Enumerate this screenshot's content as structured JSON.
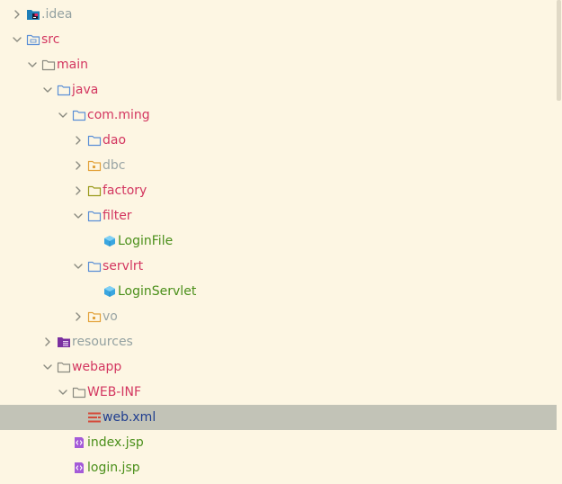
{
  "colors": {
    "background": "#fdf6e3",
    "selection": "#c2c3b7",
    "chevron": "#8a8a80",
    "folder_outline": "#8a8a80",
    "folder_blue": "#5b8fd6",
    "folder_orange": "#e3a23b",
    "folder_olive": "#9b9b1e",
    "folder_idea": "#1f7fb8",
    "folder_resources": "#7a2fa0",
    "class_icon": "#3aa6e0",
    "jsp_icon": "#a45bd8",
    "xml_icon": "#d44a3a"
  },
  "tree": [
    {
      "label": ".idea",
      "depth": 0,
      "chevron": "right",
      "icon": "folder-idea",
      "label_color": "#93a1a1"
    },
    {
      "label": "src",
      "depth": 0,
      "chevron": "down",
      "icon": "folder-src",
      "label_color": "#d33660"
    },
    {
      "label": "main",
      "depth": 1,
      "chevron": "down",
      "icon": "folder-plain",
      "label_color": "#d33660"
    },
    {
      "label": "java",
      "depth": 2,
      "chevron": "down",
      "icon": "folder-blue",
      "label_color": "#d33660"
    },
    {
      "label": "com.ming",
      "depth": 3,
      "chevron": "down",
      "icon": "folder-blue",
      "label_color": "#d33660"
    },
    {
      "label": "dao",
      "depth": 4,
      "chevron": "right",
      "icon": "folder-blue",
      "label_color": "#d33660"
    },
    {
      "label": "dbc",
      "depth": 4,
      "chevron": "right",
      "icon": "folder-package",
      "label_color": "#9aa5a5"
    },
    {
      "label": "factory",
      "depth": 4,
      "chevron": "right",
      "icon": "folder-olive",
      "label_color": "#d33660"
    },
    {
      "label": "filter",
      "depth": 4,
      "chevron": "down",
      "icon": "folder-blue",
      "label_color": "#d33660"
    },
    {
      "label": "LoginFile",
      "depth": 5,
      "chevron": "none",
      "icon": "class",
      "label_color": "#4a8f1a"
    },
    {
      "label": "servlrt",
      "depth": 4,
      "chevron": "down",
      "icon": "folder-blue",
      "label_color": "#d33660"
    },
    {
      "label": "LoginServlet",
      "depth": 5,
      "chevron": "none",
      "icon": "class",
      "label_color": "#4a8f1a"
    },
    {
      "label": "vo",
      "depth": 4,
      "chevron": "right",
      "icon": "folder-package",
      "label_color": "#9aa5a5"
    },
    {
      "label": "resources",
      "depth": 2,
      "chevron": "right",
      "icon": "folder-resources",
      "label_color": "#93a1a1"
    },
    {
      "label": "webapp",
      "depth": 2,
      "chevron": "down",
      "icon": "folder-plain",
      "label_color": "#d33660"
    },
    {
      "label": "WEB-INF",
      "depth": 3,
      "chevron": "down",
      "icon": "folder-plain",
      "label_color": "#d33660"
    },
    {
      "label": "web.xml",
      "depth": 4,
      "chevron": "none",
      "icon": "xml",
      "label_color": "#1f3d8f",
      "selected": true
    },
    {
      "label": "index.jsp",
      "depth": 3,
      "chevron": "none",
      "icon": "jsp",
      "label_color": "#4a8f1a"
    },
    {
      "label": "login.jsp",
      "depth": 3,
      "chevron": "none",
      "icon": "jsp",
      "label_color": "#4a8f1a"
    }
  ]
}
